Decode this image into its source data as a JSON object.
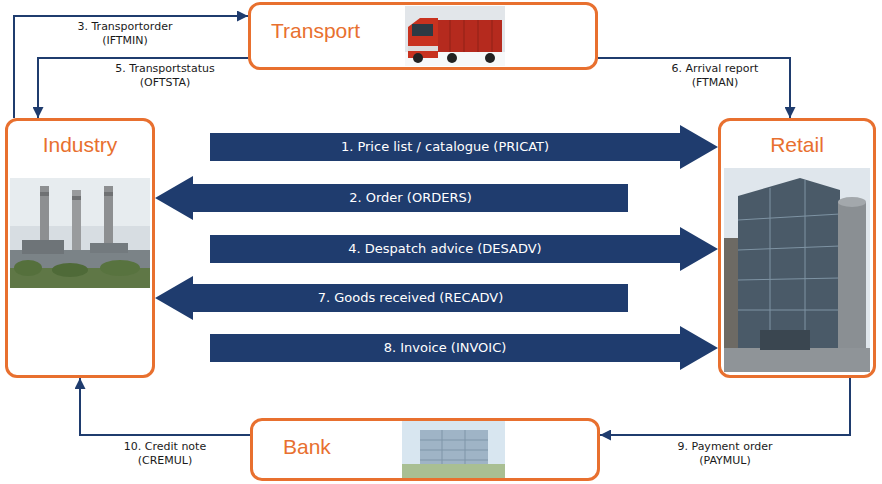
{
  "diagram": {
    "nodes": [
      {
        "text": [
          "Transport"
        ]
      },
      {
        "text": [
          "Industry"
        ]
      },
      {
        "text": [
          "Retail"
        ]
      },
      {
        "text": [
          "Bank"
        ]
      }
    ],
    "edges": [
      {
        "from": 1,
        "to": 2,
        "label": "1. Price list / catalogue (PRICAT)",
        "arrow": "to"
      },
      {
        "from": 2,
        "to": 1,
        "label": "2. Order (ORDERS)",
        "arrow": "to"
      },
      {
        "from": 1,
        "to": 0,
        "label": "3. Transportorder (IFTMIN)",
        "arrow": "to"
      },
      {
        "from": 1,
        "to": 2,
        "label": "4. Despatch advice (DESADV)",
        "arrow": "to"
      },
      {
        "from": 0,
        "to": 1,
        "label": "5. Transportstatus (OFTSTA)",
        "arrow": "to"
      },
      {
        "from": 0,
        "to": 2,
        "label": "6. Arrival report (FTMAN)",
        "arrow": "to"
      },
      {
        "from": 2,
        "to": 1,
        "label": "7. Goods received (RECADV)",
        "arrow": "to"
      },
      {
        "from": 1,
        "to": 2,
        "label": "8. Invoice (INVOIC)",
        "arrow": "to"
      },
      {
        "from": 2,
        "to": 3,
        "label": "9. Payment order (PAYMUL)",
        "arrow": "to"
      },
      {
        "from": 3,
        "to": 1,
        "label": "10. Credit note (CREMUL)",
        "arrow": "to"
      }
    ]
  }
}
